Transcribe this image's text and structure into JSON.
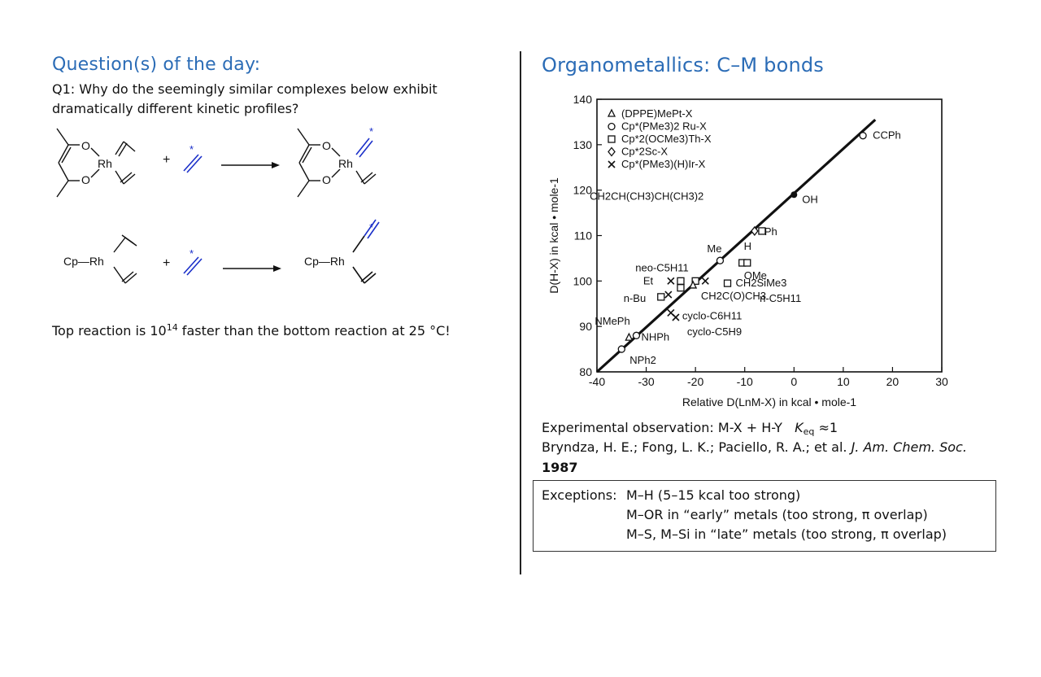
{
  "left": {
    "heading": "Question(s) of the day:",
    "q1_line1": "Q1: Why do the seemingly similar complexes below exhibit",
    "q1_line2": "dramatically different kinetic profiles?",
    "top_reaction": {
      "reactant_metal": "Rh",
      "ligand_o1": "O",
      "ligand_o2": "O",
      "plus": "+",
      "product_metal": "Rh",
      "product_o1": "O",
      "product_o2": "O",
      "label_star": "*"
    },
    "bottom_reaction": {
      "reactant": "Cp—Rh",
      "plus": "+",
      "product": "Cp—Rh",
      "label_star": "*"
    },
    "note_prefix": "Top reaction is 10",
    "note_exp": "14",
    "note_suffix": " faster than the bottom reaction at 25 °C!"
  },
  "right": {
    "heading": "Organometallics: C–M bonds",
    "observation_prefix": "Experimental observation: M-X + H-Y",
    "observation_k": "K",
    "observation_k_sub": "eq",
    "observation_suffix": " ≈1",
    "citation_authors": "Bryndza, H. E.; Fong, L. K.; Paciello, R. A.; et al. ",
    "citation_journal": "J. Am. Chem. Soc.",
    "citation_year": "1987",
    "exceptions": {
      "label": "Exceptions:",
      "line1": "M–H (5–15 kcal too strong)",
      "line2": "M–OR in “early” metals (too strong, π overlap)",
      "line3": "M–S, M–Si in “late” metals (too strong, π overlap)"
    }
  },
  "chart_data": {
    "type": "scatter",
    "xlabel": "Relative D(LnM-X) in kcal • mole-1",
    "ylabel": "D(H-X) in kcal • mole-1",
    "xlim": [
      -40,
      30
    ],
    "ylim": [
      80,
      140
    ],
    "x_ticks": [
      "-40",
      "-30",
      "-20",
      "-10",
      "0",
      "10",
      "20",
      "30"
    ],
    "y_ticks": [
      "80",
      "90",
      "100",
      "110",
      "120",
      "130",
      "140"
    ],
    "grid": false,
    "legend_position": "top-left",
    "legend": [
      {
        "marker": "triangle",
        "label": "(DPPE)MePt-X"
      },
      {
        "marker": "circle",
        "label": "Cp*(PMe3)2 Ru-X"
      },
      {
        "marker": "square",
        "label": "Cp*2(OCMe3)Th-X"
      },
      {
        "marker": "diamond",
        "label": "Cp*2Sc-X"
      },
      {
        "marker": "cross",
        "label": "Cp*(PMe3)(H)Ir-X"
      }
    ],
    "fit_line": {
      "x": [
        -40,
        16.5
      ],
      "y": [
        80,
        135.5
      ]
    },
    "points": [
      {
        "x": 14,
        "y": 132,
        "marker": "circle",
        "label": "CCPh"
      },
      {
        "x": 0,
        "y": 119,
        "marker": "filled-circle",
        "label": "OH"
      },
      {
        "x": -8,
        "y": 111,
        "marker": "diamond",
        "label": "Ph"
      },
      {
        "x": -6.5,
        "y": 111,
        "marker": "square",
        "label": ""
      },
      {
        "x": -15,
        "y": 104.5,
        "marker": "circle",
        "label": "Me"
      },
      {
        "x": -10.5,
        "y": 104,
        "marker": "square",
        "label": "H"
      },
      {
        "x": -9.5,
        "y": 104,
        "marker": "square",
        "label": "OMe"
      },
      {
        "x": -18,
        "y": 100,
        "marker": "cross",
        "label": "neo-C5H11"
      },
      {
        "x": -20,
        "y": 100,
        "marker": "square",
        "label": "CH2CH(CH3)CH(CH3)2"
      },
      {
        "x": -13.5,
        "y": 99.5,
        "marker": "square",
        "label": "CH2SiMe3"
      },
      {
        "x": -25,
        "y": 100,
        "marker": "cross",
        "label": "Et"
      },
      {
        "x": -23,
        "y": 100,
        "marker": "square",
        "label": ""
      },
      {
        "x": -23,
        "y": 98.5,
        "marker": "square",
        "label": ""
      },
      {
        "x": -20.5,
        "y": 99,
        "marker": "triangle",
        "label": "n-C5H11"
      },
      {
        "x": -25.5,
        "y": 97,
        "marker": "cross",
        "label": "CH2C(O)CH3"
      },
      {
        "x": -27,
        "y": 96.5,
        "marker": "square",
        "label": "n-Bu"
      },
      {
        "x": -25,
        "y": 93,
        "marker": "cross",
        "label": "cyclo-C6H11"
      },
      {
        "x": -24,
        "y": 92,
        "marker": "cross",
        "label": "cyclo-C5H9"
      },
      {
        "x": -32,
        "y": 88,
        "marker": "circle",
        "label": "NHPh"
      },
      {
        "x": -33.5,
        "y": 87.5,
        "marker": "triangle",
        "label": "NMePh"
      },
      {
        "x": -35,
        "y": 85,
        "marker": "circle",
        "label": "NPh2"
      }
    ]
  }
}
